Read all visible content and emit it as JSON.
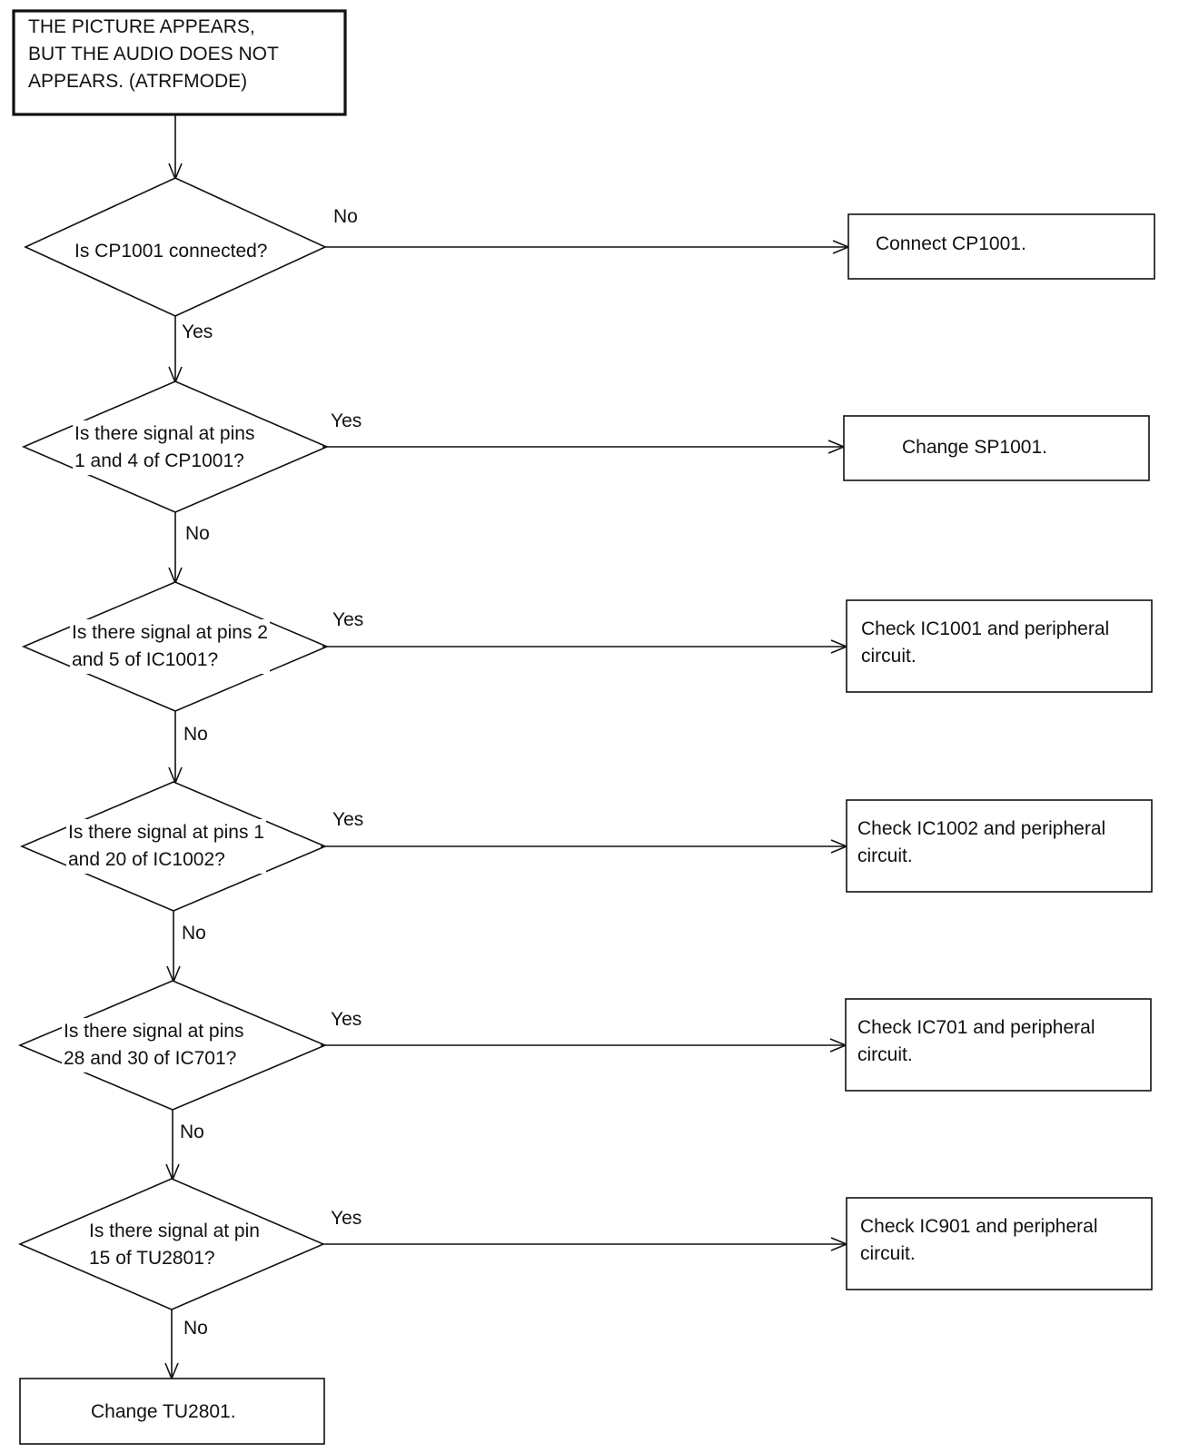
{
  "start": {
    "lines": [
      "THE PICTURE APPEARS,",
      "BUT THE AUDIO DOES NOT",
      "APPEARS. (ATRFMODE)"
    ]
  },
  "decisions": [
    {
      "lines": [
        "Is CP1001 connected?"
      ],
      "branch_label": "No",
      "down_label": "Yes"
    },
    {
      "lines": [
        "Is there signal at pins",
        "1 and 4 of CP1001?"
      ],
      "branch_label": "Yes",
      "down_label": "No"
    },
    {
      "lines": [
        "Is there signal at pins 2",
        "and 5 of IC1001?"
      ],
      "branch_label": "Yes",
      "down_label": "No"
    },
    {
      "lines": [
        "Is there signal at pins 1",
        "and 20 of IC1002?"
      ],
      "branch_label": "Yes",
      "down_label": "No"
    },
    {
      "lines": [
        "Is there signal at pins",
        "28 and 30 of IC701?"
      ],
      "branch_label": "Yes",
      "down_label": "No"
    },
    {
      "lines": [
        "Is there signal at pin",
        "15 of TU2801?"
      ],
      "branch_label": "Yes",
      "down_label": "No"
    }
  ],
  "actions": [
    {
      "lines": [
        "Connect CP1001."
      ]
    },
    {
      "lines": [
        "Change SP1001."
      ]
    },
    {
      "lines": [
        "Check IC1001 and peripheral",
        "circuit."
      ]
    },
    {
      "lines": [
        "Check IC1002 and peripheral",
        "circuit."
      ]
    },
    {
      "lines": [
        "Check IC701 and peripheral",
        "circuit."
      ]
    },
    {
      "lines": [
        "Check IC901 and peripheral",
        "circuit."
      ]
    }
  ],
  "end": {
    "lines": [
      "Change TU2801."
    ]
  }
}
